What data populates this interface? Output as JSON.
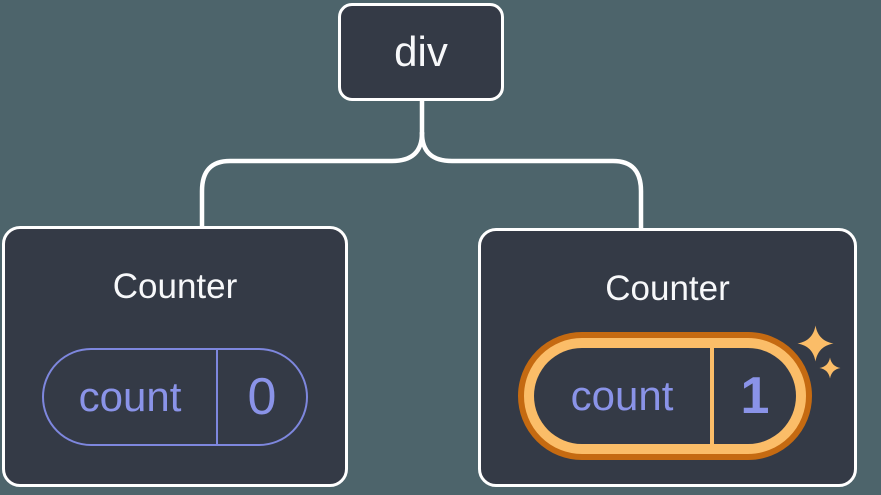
{
  "colors": {
    "background": "#4D646B",
    "node_fill": "#343A46",
    "node_border": "#FFFFFF",
    "connector": "#FFFFFF",
    "title_color": "#F7F8FA",
    "purple": "#7E87DE",
    "purple_text": "#8A93E8",
    "gold": "#FBBD68",
    "orange": "#C56A11"
  },
  "root_node": {
    "label": "div"
  },
  "counters": [
    {
      "title": "Counter",
      "state_key": "count",
      "state_value": "0",
      "highlighted": false
    },
    {
      "title": "Counter",
      "state_key": "count",
      "state_value": "1",
      "highlighted": true
    }
  ],
  "icons": {
    "sparkles": "two four-point stars"
  }
}
